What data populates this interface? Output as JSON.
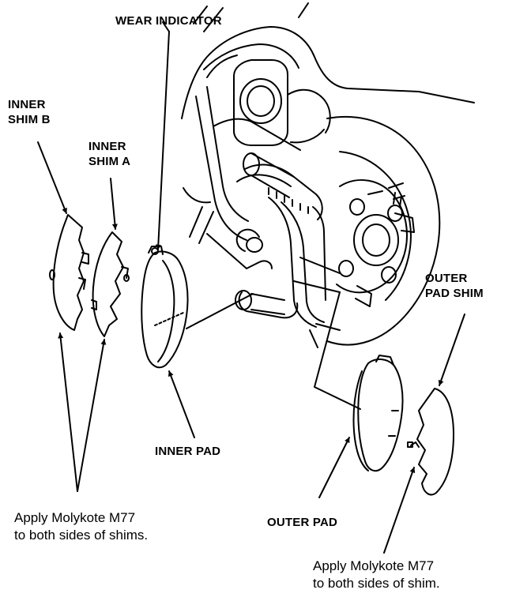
{
  "labels": {
    "wear_indicator": "WEAR INDICATOR",
    "inner_shim_b": [
      "INNER",
      "SHIM B"
    ],
    "inner_shim_a": [
      "INNER",
      "SHIM A"
    ],
    "inner_pad": "INNER PAD",
    "outer_pad": "OUTER PAD",
    "outer_pad_shim": [
      "OUTER",
      "PAD SHIM"
    ]
  },
  "notes": {
    "shims": [
      "Apply Molykote M77",
      "to both sides of shims."
    ],
    "shim": [
      "Apply Molykote M77",
      "to both sides of shim."
    ]
  },
  "colors": {
    "ink": "#000000",
    "paper": "#ffffff"
  }
}
